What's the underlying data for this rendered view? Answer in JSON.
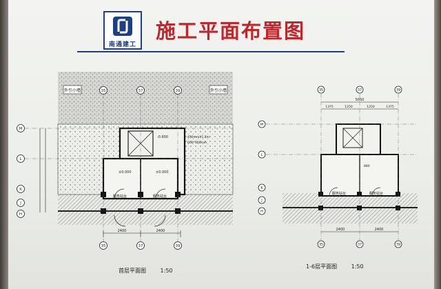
{
  "header": {
    "title": "施工平面布置图",
    "logo_text": "南通建工",
    "colors": {
      "title": "#c0272d",
      "logo": "#1d3f86"
    }
  },
  "plans": {
    "ground": {
      "caption": "首层平面图",
      "scale": "1:50",
      "grid_columns": [
        "35",
        "37",
        "39"
      ],
      "grid_rows": [
        "M",
        "L",
        "K",
        "J",
        "H"
      ],
      "labels": {
        "elevation_a": "±0.000",
        "elevation_b": "±0.000",
        "elevation_c": "-0.600",
        "room_a": "服务站台",
        "room_b": "服务站台",
        "tag_left": "外引小墙",
        "tag_right": "外引小墙",
        "note_1": "450mmX1.2m",
        "note_2": "600*300mm",
        "span_left": "2400",
        "span_right": "2400"
      }
    },
    "upper": {
      "caption": "1-6层平面图",
      "scale": "1:50",
      "grid_columns": [
        "35",
        "37",
        "39"
      ],
      "grid_rows": [
        "M",
        "L",
        "K",
        "J",
        "H"
      ],
      "labels": {
        "dim_total": "5050",
        "dim_1": "1375",
        "dim_2": "1250",
        "dim_3": "1250",
        "dim_4": "1375",
        "room_a": "服务站台",
        "room_b": "服务站台",
        "span_left": "2400",
        "span_right": "2400",
        "elev_mark": "880"
      }
    }
  }
}
